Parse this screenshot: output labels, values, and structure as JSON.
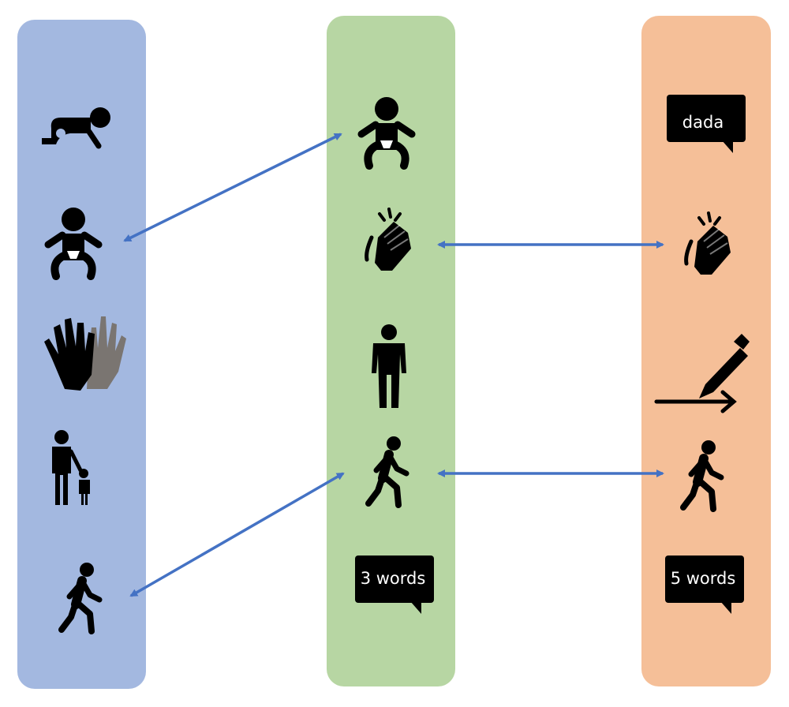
{
  "colors": {
    "col1": "#a3b8e0",
    "col2": "#b7d6a3",
    "col3": "#f5bf98",
    "arrow": "#4472c4",
    "icon": "#000000",
    "icon_secondary": "#7a7571"
  },
  "columns": [
    {
      "icons": [
        "crawling-baby-icon",
        "baby-icon",
        "hands-icon",
        "parent-child-icon",
        "walking-person-icon"
      ]
    },
    {
      "icons": [
        "baby-icon",
        "clapping-hands-icon",
        "standing-person-icon",
        "walking-person-icon",
        "speech-bubble-icon"
      ],
      "bubble_text": "3 words"
    },
    {
      "icons": [
        "speech-bubble-icon",
        "clapping-hands-icon",
        "writing-pencil-icon",
        "walking-person-icon",
        "speech-bubble-icon"
      ],
      "bubble_top_text": "dada",
      "bubble_text": "5 words"
    }
  ]
}
